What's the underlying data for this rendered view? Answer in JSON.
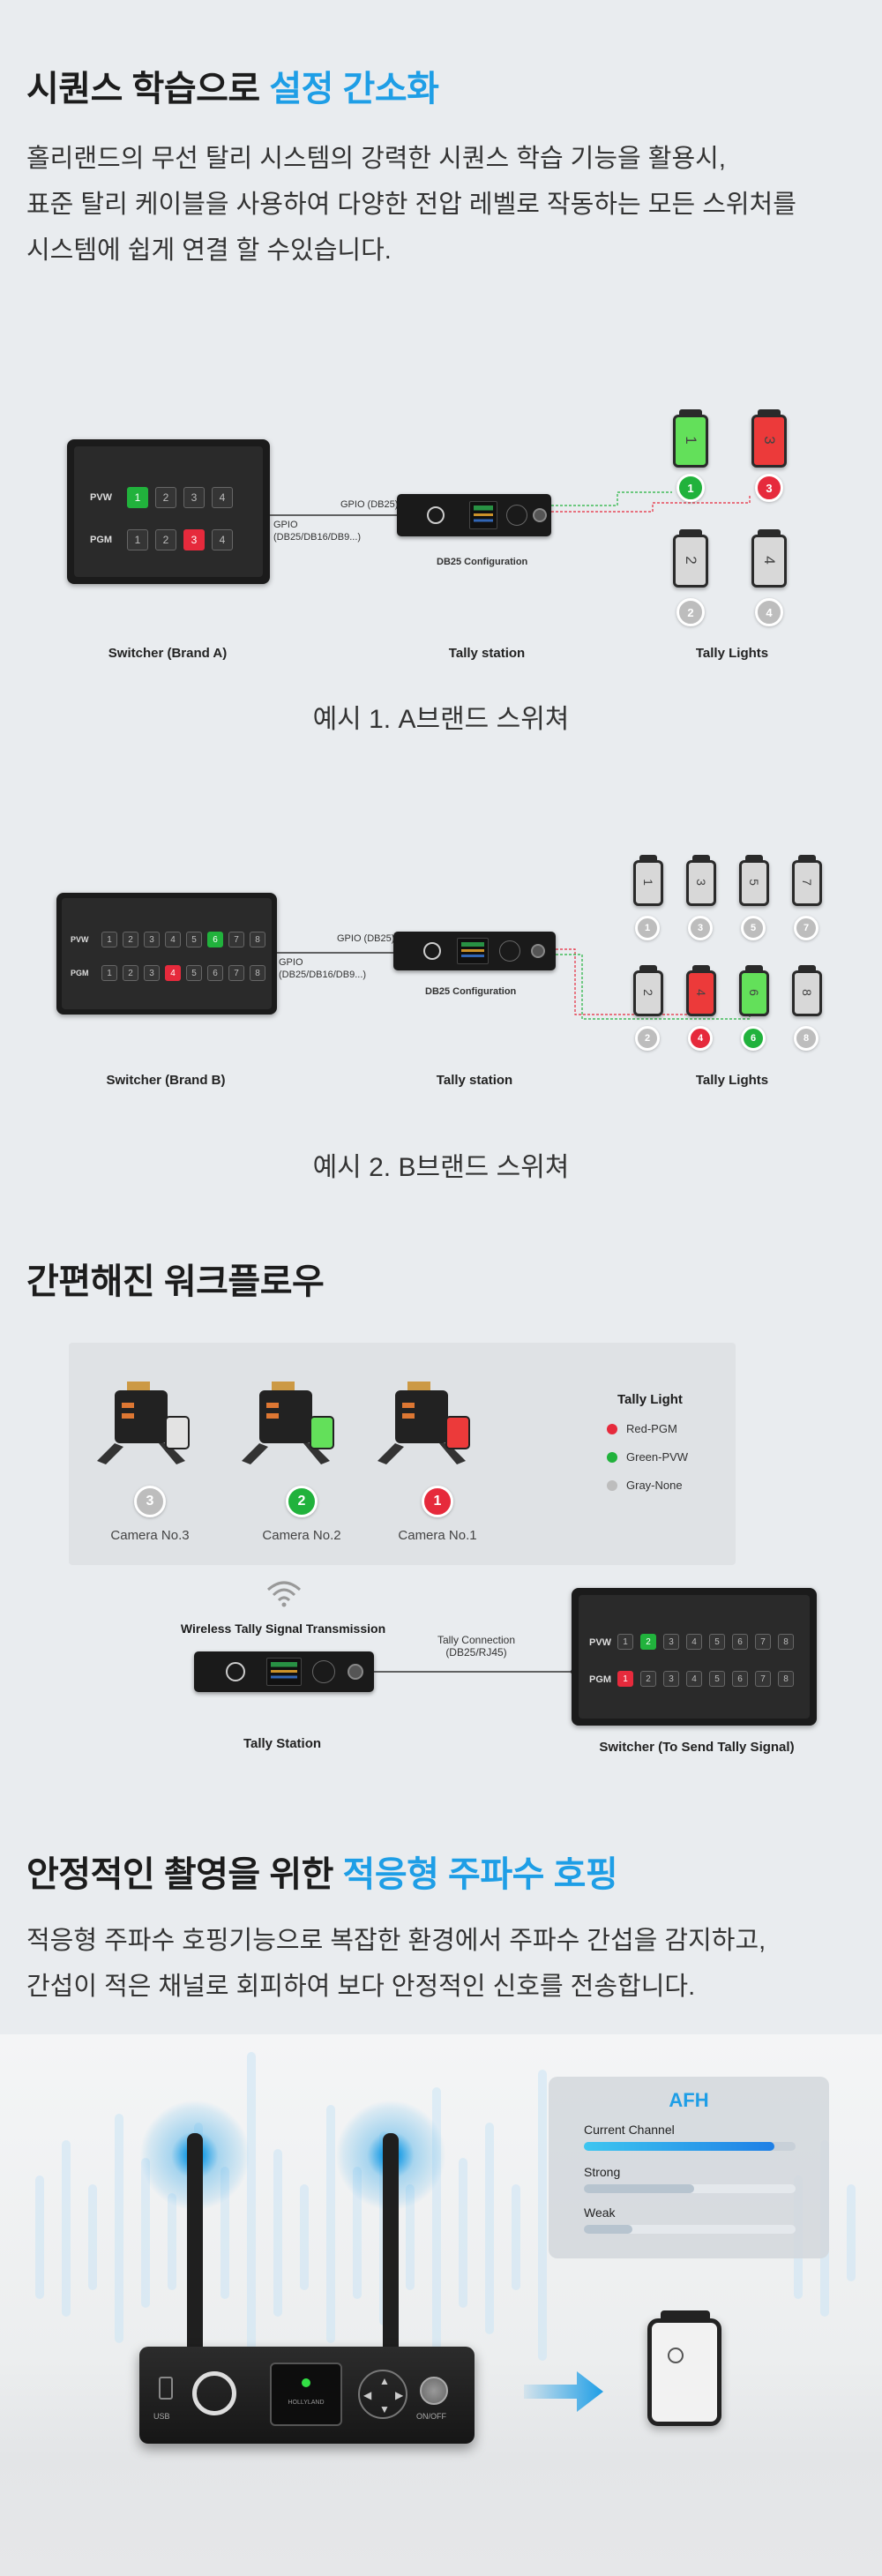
{
  "section1": {
    "title_plain": "시퀀스 학습으로 ",
    "title_accent": "설정 간소화",
    "para_lines": [
      "홀리랜드의 무선 탈리 시스템의 강력한 시퀀스 학습 기능을 활용시,",
      "표준 탈리 케이블을 사용하여 다양한 전압 레벨로 작동하는 모든 스위처를",
      "시스템에 쉽게 연결 할 수있습니다."
    ]
  },
  "example1": {
    "row_pvw": "PVW",
    "row_pgm": "PGM",
    "keys": [
      "1",
      "2",
      "3",
      "4"
    ],
    "pvw_active": 1,
    "pgm_active": 3,
    "gpio_db25": "GPIO (DB25)",
    "gpio_multi_1": "GPIO",
    "gpio_multi_2": "(DB25/DB16/DB9...)",
    "config": "DB25 Configuration",
    "label_switcher": "Switcher (Brand A)",
    "label_station": "Tally station",
    "label_lights": "Tally Lights",
    "lights_top": [
      "1",
      "3"
    ],
    "lights_bottom": [
      "2",
      "4"
    ],
    "caption": "예시 1. A브랜드 스위쳐"
  },
  "example2": {
    "row_pvw": "PVW",
    "row_pgm": "PGM",
    "keys": [
      "1",
      "2",
      "3",
      "4",
      "5",
      "6",
      "7",
      "8"
    ],
    "pvw_active": 6,
    "pgm_active": 4,
    "gpio_db25": "GPIO (DB25)",
    "gpio_multi_1": "GPIO",
    "gpio_multi_2": "(DB25/DB16/DB9...)",
    "config": "DB25 Configuration",
    "label_switcher": "Switcher (Brand B)",
    "label_station": "Tally station",
    "label_lights": "Tally Lights",
    "lights_top": [
      "1",
      "3",
      "5",
      "7"
    ],
    "lights_bottom": [
      "2",
      "4",
      "6",
      "8"
    ],
    "caption": "예시 2. B브랜드 스위쳐"
  },
  "workflow": {
    "title": "간편해진 워크플로우",
    "cam3": "Camera No.3",
    "cam2": "Camera No.2",
    "cam1": "Camera No.1",
    "num3": "3",
    "num2": "2",
    "num1": "1",
    "legend_title": "Tally Light",
    "legend_red": "Red-PGM",
    "legend_green": "Green-PVW",
    "legend_gray": "Gray-None",
    "wireless": "Wireless Tally Signal Transmission",
    "conn_1": "Tally Connection",
    "conn_2": "(DB25/RJ45)",
    "label_station": "Tally Station",
    "label_switcher": "Switcher (To Send Tally Signal)",
    "row_pvw": "PVW",
    "row_pgm": "PGM",
    "keys": [
      "1",
      "2",
      "3",
      "4",
      "5",
      "6",
      "7",
      "8"
    ],
    "pvw_active": 2,
    "pgm_active": 1
  },
  "section3": {
    "title_plain": "안정적인 촬영을 위한 ",
    "title_accent": "적응형 주파수 호핑",
    "para_lines": [
      "적응형 주파수 호핑기능으로 복잡한 환경에서 주파수 간섭을 감지하고,",
      "간섭이 적은 채널로 회피하여 보다 안정적인 신호를 전송합니다."
    ],
    "afh_title": "AFH",
    "current": "Current Channel",
    "strong": "Strong",
    "weak": "Weak",
    "current_level": 0.9,
    "strong_level": 0.52,
    "weak_level": 0.23,
    "usb": "USB",
    "onoff": "ON/OFF",
    "brand_small": "HOLLYLAND"
  },
  "colors": {
    "accent": "#1e9ee6",
    "green": "#21b23c",
    "red": "#e62a3c"
  }
}
